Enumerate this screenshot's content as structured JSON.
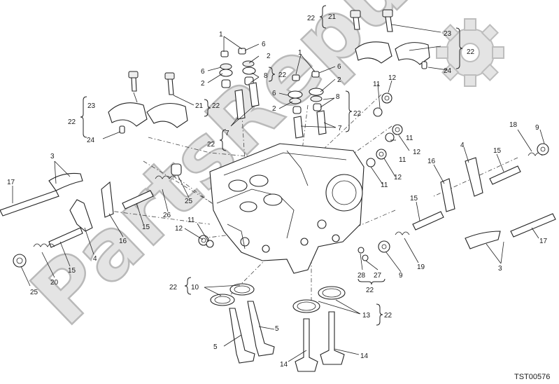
{
  "watermark": "PartsRepublik",
  "code": "TST00576",
  "labels": [
    {
      "id": "l22a",
      "text": "22"
    },
    {
      "id": "l21a",
      "text": "21"
    },
    {
      "id": "l23a",
      "text": "23"
    },
    {
      "id": "l22b",
      "text": "22"
    },
    {
      "id": "l24a",
      "text": "24"
    },
    {
      "id": "l1a",
      "text": "1"
    },
    {
      "id": "l6a",
      "text": "6"
    },
    {
      "id": "l2a",
      "text": "2"
    },
    {
      "id": "l6b",
      "text": "6"
    },
    {
      "id": "l2b",
      "text": "2"
    },
    {
      "id": "l8a",
      "text": "8"
    },
    {
      "id": "l22c",
      "text": "22"
    },
    {
      "id": "l1b",
      "text": "1"
    },
    {
      "id": "l6c",
      "text": "6"
    },
    {
      "id": "l2c",
      "text": "2"
    },
    {
      "id": "l6d",
      "text": "6"
    },
    {
      "id": "l8b",
      "text": "8"
    },
    {
      "id": "l2d",
      "text": "2"
    },
    {
      "id": "l22d",
      "text": "22"
    },
    {
      "id": "l7a",
      "text": "7"
    },
    {
      "id": "l7b",
      "text": "7"
    },
    {
      "id": "l22e",
      "text": "22"
    },
    {
      "id": "l23b",
      "text": "23"
    },
    {
      "id": "l22f",
      "text": "22"
    },
    {
      "id": "l21b",
      "text": "21"
    },
    {
      "id": "l22g",
      "text": "22"
    },
    {
      "id": "l24b",
      "text": "24"
    },
    {
      "id": "l11a",
      "text": "11"
    },
    {
      "id": "l12a",
      "text": "12"
    },
    {
      "id": "l11b",
      "text": "11"
    },
    {
      "id": "l12b",
      "text": "12"
    },
    {
      "id": "l11c",
      "text": "11"
    },
    {
      "id": "l12c",
      "text": "12"
    },
    {
      "id": "l11d",
      "text": "11"
    },
    {
      "id": "l3a",
      "text": "3"
    },
    {
      "id": "l17a",
      "text": "17"
    },
    {
      "id": "l26",
      "text": "26"
    },
    {
      "id": "l25a",
      "text": "25"
    },
    {
      "id": "l15a",
      "text": "15"
    },
    {
      "id": "l16a",
      "text": "16"
    },
    {
      "id": "l4a",
      "text": "4"
    },
    {
      "id": "l15b",
      "text": "15"
    },
    {
      "id": "l20",
      "text": "20"
    },
    {
      "id": "l25b",
      "text": "25"
    },
    {
      "id": "l12d",
      "text": "12"
    },
    {
      "id": "l11e",
      "text": "11"
    },
    {
      "id": "l18",
      "text": "18"
    },
    {
      "id": "l9a",
      "text": "9"
    },
    {
      "id": "l4b",
      "text": "4"
    },
    {
      "id": "l15c",
      "text": "15"
    },
    {
      "id": "l16b",
      "text": "16"
    },
    {
      "id": "l15d",
      "text": "15"
    },
    {
      "id": "l19",
      "text": "19"
    },
    {
      "id": "l9b",
      "text": "9"
    },
    {
      "id": "l17b",
      "text": "17"
    },
    {
      "id": "l3b",
      "text": "3"
    },
    {
      "id": "l28",
      "text": "28"
    },
    {
      "id": "l27",
      "text": "27"
    },
    {
      "id": "l22h",
      "text": "22"
    },
    {
      "id": "l22i",
      "text": "22"
    },
    {
      "id": "l10",
      "text": "10"
    },
    {
      "id": "l5a",
      "text": "5"
    },
    {
      "id": "l5b",
      "text": "5"
    },
    {
      "id": "l13",
      "text": "13"
    },
    {
      "id": "l22j",
      "text": "22"
    },
    {
      "id": "l14a",
      "text": "14"
    },
    {
      "id": "l14b",
      "text": "14"
    }
  ]
}
